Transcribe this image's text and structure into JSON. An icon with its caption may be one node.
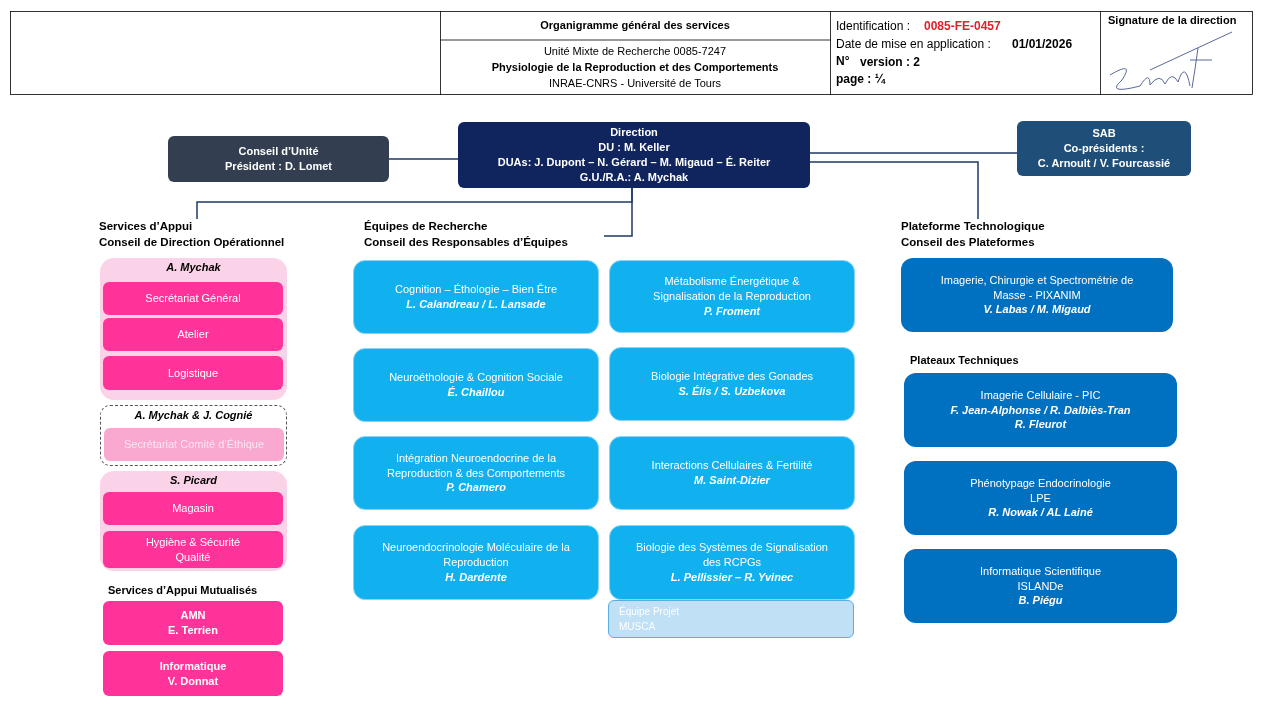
{
  "diagram": {
    "title": "Organigramme général des services",
    "nodes": [
      {
        "text": [
          "Conseil d’Unité",
          "Président : D. Lomet"
        ]
      },
      {
        "text": [
          "Direction",
          "DU : M. Keller",
          "DUAs: J. Dupont –  N. Gérard – M. Migaud – É. Reiter",
          "G.U./R.A.: A. Mychak"
        ]
      },
      {
        "text": [
          "SAB",
          "Co-présidents :",
          "C. Arnoult / V. Fourcassié"
        ]
      },
      {
        "text": [
          "Services d’Appui",
          "Conseil de Direction Opérationnel"
        ]
      },
      {
        "text": [
          "Équipes de Recherche",
          "Conseil des Responsables d’Équipes"
        ]
      },
      {
        "text": [
          "Plateforme Technologique",
          "Conseil des Plateformes"
        ]
      },
      {
        "text": [
          "A. Mychak"
        ]
      },
      {
        "text": [
          "Secrétariat Général"
        ],
        "in": 6
      },
      {
        "text": [
          "Atelier"
        ],
        "in": 6
      },
      {
        "text": [
          "Logistique"
        ],
        "in": 6
      },
      {
        "text": [
          "A. Mychak & J. Cognié"
        ]
      },
      {
        "text": [
          "Secrétariat Comité d’Éthique"
        ],
        "in": 10
      },
      {
        "text": [
          "S. Picard"
        ]
      },
      {
        "text": [
          "Magasin"
        ],
        "in": 12
      },
      {
        "text": [
          "Hygiène & Sécurité Qualité"
        ],
        "in": 12
      },
      {
        "text": [
          "AMN",
          "E. Terrien"
        ]
      },
      {
        "text": [
          "Informatique",
          "V. Donnat"
        ]
      },
      {
        "text": [
          "Cognition – Éthologie – Bien Être",
          "L. Calandreau / L. Lansade"
        ]
      },
      {
        "text": [
          "Métabolisme Énergétique & Signalisation de la Reproduction",
          "P. Froment"
        ]
      },
      {
        "text": [
          "Neuroéthologie & Cognition Sociale",
          "É. Chaillou"
        ]
      },
      {
        "text": [
          "Biologie Intégrative des Gonades",
          "S. Élis / S. Uzbekova"
        ]
      },
      {
        "text": [
          "Intégration Neuroendocrine de la Reproduction & des Comportements",
          "P. Chamero"
        ]
      },
      {
        "text": [
          "Interactions Cellulaires & Fertilité",
          "M. Saint-Dizier"
        ]
      },
      {
        "text": [
          "Neuroendocrinologie Moléculaire de la Reproduction",
          "H. Dardente"
        ]
      },
      {
        "text": [
          "Biologie des Systèmes de Signalisation des RCPGs",
          "L. Pellissier – R. Yvinec"
        ]
      },
      {
        "text": [
          "Équipe Projet MUSCA"
        ]
      },
      {
        "text": [
          "Imagerie, Chirurgie et Spectrométrie de Masse  - PIXANIM",
          "V. Labas / M. Migaud"
        ]
      },
      {
        "text": [
          "Imagerie Cellulaire - PIC",
          "F. Jean-Alphonse / R. Dalbiès-Tran",
          "R. Fleurot"
        ]
      },
      {
        "text": [
          "Phénotypage Endocrinologie",
          "LPE",
          "R. Nowak / AL Lainé"
        ]
      },
      {
        "text": [
          "Informatique Scientifique",
          "ISLANDe",
          "B. Piégu"
        ]
      }
    ],
    "edges": [
      {
        "from": 0,
        "to": 1,
        "arrow": "none"
      },
      {
        "from": 1,
        "to": 2,
        "arrow": "none"
      },
      {
        "from": 1,
        "to": 5,
        "arrow": "none"
      },
      {
        "from": 1,
        "to": 3,
        "arrow": "none"
      },
      {
        "from": 1,
        "to": 4,
        "arrow": "none"
      }
    ],
    "labels": [
      "Unité Mixte de Recherche 0085-7247",
      "Physiologie de la Reproduction et des Comportements",
      "INRAE-CNRS - Université de Tours",
      "Identification :",
      "0085-FE-0457",
      "Date de mise en application :",
      "01/01/2026",
      "N°",
      "version : 2",
      "page : ¼",
      "Signature de la direction",
      "Services d’Appui Mutualisés",
      "Plateaux Techniques"
    ]
  }
}
